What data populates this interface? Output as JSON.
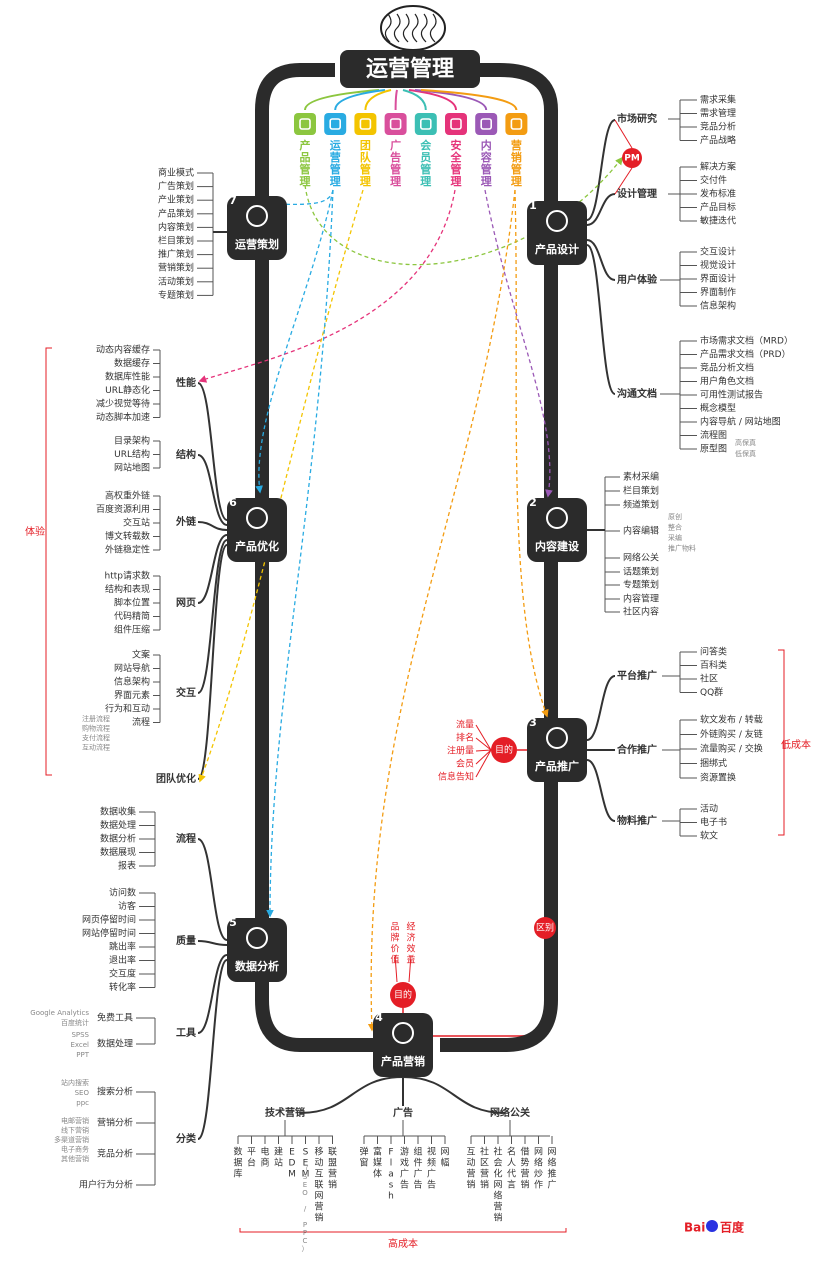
{
  "title": "运营管理",
  "colors": {
    "track": "#2b2b2b",
    "red": "#e41e26",
    "cat_product": "#8cc63f",
    "cat_ops": "#29abe2",
    "cat_team": "#f3c400",
    "cat_ad": "#d94f9c",
    "cat_member": "#3cbfb4",
    "cat_security": "#e5337a",
    "cat_content": "#9b59b6",
    "cat_marketing": "#f39c12"
  },
  "categories": [
    {
      "label": "产品管理",
      "color": "#8cc63f",
      "icon": "cube-icon"
    },
    {
      "label": "运营管理",
      "color": "#29abe2",
      "icon": "recycle-icon"
    },
    {
      "label": "团队管理",
      "color": "#f3c400",
      "icon": "team-icon"
    },
    {
      "label": "广告管理",
      "color": "#d94f9c",
      "icon": "tv-icon"
    },
    {
      "label": "会员管理",
      "color": "#3cbfb4",
      "icon": "member-icon"
    },
    {
      "label": "安全管理",
      "color": "#e5337a",
      "icon": "lock-icon"
    },
    {
      "label": "内容管理",
      "color": "#9b59b6",
      "icon": "document-icon"
    },
    {
      "label": "营销管理",
      "color": "#f39c12",
      "icon": "cart-icon"
    }
  ],
  "nodes": {
    "n1": {
      "num": "1",
      "label": "产品设计",
      "icon": "pen-icon"
    },
    "n2": {
      "num": "2",
      "label": "内容建设",
      "icon": "edit-icon"
    },
    "n3": {
      "num": "3",
      "label": "产品推广",
      "icon": "speaker-icon"
    },
    "n4": {
      "num": "4",
      "label": "产品营销",
      "icon": "cart-icon"
    },
    "n5": {
      "num": "5",
      "label": "数据分析",
      "icon": "bar-chart-icon"
    },
    "n6": {
      "num": "6",
      "label": "产品优化",
      "icon": "gift-icon"
    },
    "n7": {
      "num": "7",
      "label": "运营策划",
      "icon": "clipboard-icon"
    }
  },
  "pm": "PM",
  "right_groups": {
    "market": {
      "label": "市场研究",
      "items": [
        "需求采集",
        "需求管理",
        "竞品分析",
        "产品战略"
      ]
    },
    "design": {
      "label": "设计管理",
      "items": [
        "解决方案",
        "交付件",
        "发布标准",
        "产品目标",
        "敏捷迭代"
      ]
    },
    "ux": {
      "label": "用户体验",
      "items": [
        "交互设计",
        "视觉设计",
        "界面设计",
        "界面制作",
        "信息架构"
      ]
    },
    "docs": {
      "label": "沟通文档",
      "items": [
        "市场需求文档（MRD）",
        "产品需求文档（PRD）",
        "竞品分析文档",
        "用户角色文档",
        "可用性测试报告",
        "概念模型",
        "内容导航 / 网站地图",
        "流程图",
        "原型图"
      ],
      "proto_sub": [
        "高保真",
        "低保真"
      ]
    },
    "content": {
      "items": [
        "素材采编",
        "栏目策划",
        "频道策划",
        "内容编辑",
        "网络公关",
        "话题策划",
        "专题策划",
        "内容管理",
        "社区内容"
      ],
      "edit_sub": [
        "原创",
        "整合",
        "采编",
        "推广物料"
      ]
    },
    "platform": {
      "label": "平台推广",
      "items": [
        "问答类",
        "百科类",
        "社区",
        "QQ群"
      ]
    },
    "coop": {
      "label": "合作推广",
      "items": [
        "软文发布 / 转载",
        "外链购买 / 友链",
        "流量购买 / 交换",
        "捆绑式",
        "资源置换"
      ]
    },
    "material": {
      "label": "物料推广",
      "items": [
        "活动",
        "电子书",
        "软文"
      ]
    },
    "low_cost": "低成本"
  },
  "purpose": {
    "label": "目的",
    "items": [
      "流量",
      "排名",
      "注册量",
      "会员",
      "信息告知"
    ]
  },
  "plan_items": [
    "商业模式",
    "广告策划",
    "产业策划",
    "产品策划",
    "内容策划",
    "栏目策划",
    "推广策划",
    "营销策划",
    "活动策划",
    "专题策划"
  ],
  "left_groups": {
    "perf": {
      "label": "性能",
      "items": [
        "动态内容缓存",
        "数据缓存",
        "数据库性能",
        "URL静态化",
        "减少视觉等待",
        "动态脚本加速"
      ]
    },
    "struct": {
      "label": "结构",
      "items": [
        "目录架构",
        "URL结构",
        "网站地图"
      ]
    },
    "links": {
      "label": "外链",
      "items": [
        "高权重外链",
        "百度资源利用",
        "交互站",
        "博文转载数",
        "外链稳定性"
      ]
    },
    "page": {
      "label": "网页",
      "items": [
        "http请求数",
        "结构和表现",
        "脚本位置",
        "代码精简",
        "组件压缩"
      ]
    },
    "interact": {
      "label": "交互",
      "items": [
        "文案",
        "网站导航",
        "信息架构",
        "界面元素",
        "行为和互动",
        "流程"
      ],
      "flow_sub": [
        "注册流程",
        "购物流程",
        "支付流程",
        "互动流程"
      ]
    },
    "team": {
      "label": "团队优化"
    },
    "experience": "体验"
  },
  "analysis_groups": {
    "flow": {
      "label": "流程",
      "items": [
        "数据收集",
        "数据处理",
        "数据分析",
        "数据展现",
        "报表"
      ]
    },
    "quality": {
      "label": "质量",
      "items": [
        "访问数",
        "访客",
        "网页停留时间",
        "网站停留时间",
        "跳出率",
        "退出率",
        "交互度",
        "转化率"
      ]
    },
    "tools": {
      "label": "工具",
      "items": [
        "免费工具",
        "数据处理"
      ],
      "free_sub": [
        "Google Analytics",
        "百度统计"
      ],
      "proc_sub": [
        "SPSS",
        "Excel",
        "PPT"
      ]
    },
    "classify": {
      "label": "分类",
      "items": [
        "搜索分析",
        "营销分析",
        "竞品分析",
        "用户行为分析"
      ],
      "search_sub": [
        "站内搜索",
        "SEO",
        "ppc"
      ],
      "mkt_sub": [
        "电邮营销",
        "线下营销",
        "多渠道营销",
        "电子商务",
        "其他营销"
      ]
    }
  },
  "marketing": {
    "purpose_label": "目的",
    "value_words": [
      "品牌价值",
      "经济效益"
    ],
    "diff": "区别",
    "high_cost": "高成本",
    "tech": {
      "label": "技术营销",
      "items": [
        "数据库",
        "平台",
        "电商",
        "建站",
        "EDM",
        "SEM",
        "移动互联网营销",
        "联盟营销"
      ],
      "sem_sub": "（SEO / PPC）"
    },
    "ads": {
      "label": "广告",
      "items": [
        "弹窗",
        "富媒体",
        "Flash",
        "游戏广告",
        "组件广告",
        "视频广告",
        "网幅"
      ]
    },
    "pr": {
      "label": "网络公关",
      "items": [
        "互动营销",
        "社区营销",
        "社会化网络营销",
        "名人代言",
        "借势营销",
        "网络炒作",
        "网络推广"
      ]
    }
  },
  "logo": {
    "text1": "Bai",
    "text2": "百度"
  }
}
